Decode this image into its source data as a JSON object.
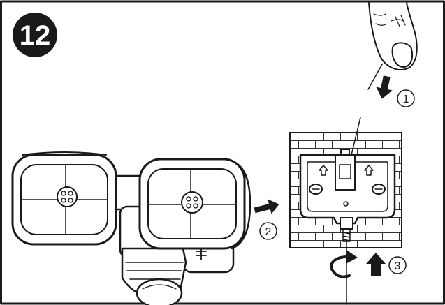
{
  "step": {
    "number": "12"
  },
  "callouts": [
    {
      "label": "1"
    },
    {
      "label": "2"
    },
    {
      "label": "3"
    }
  ],
  "colors": {
    "ink": "#1a1a1a",
    "paper": "#ffffff"
  }
}
